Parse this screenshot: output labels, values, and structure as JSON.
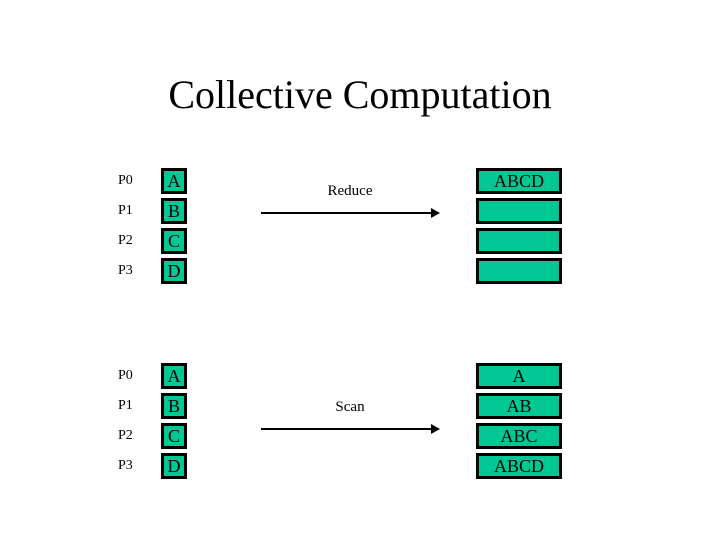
{
  "slide": {
    "title": "Collective Computation",
    "background_color": "#ffffff",
    "accent_color": "#00C793",
    "border_color": "#000000",
    "text_color": "#000000"
  },
  "diagrams": [
    {
      "id": "reduce",
      "operation_label": "Reduce",
      "arrow_icon": "right-arrow-icon",
      "process_labels": [
        "P0",
        "P1",
        "P2",
        "P3"
      ],
      "input_cells": [
        "A",
        "B",
        "C",
        "D"
      ],
      "output_cells": [
        "ABCD",
        "",
        "",
        ""
      ]
    },
    {
      "id": "scan",
      "operation_label": "Scan",
      "arrow_icon": "right-arrow-icon",
      "process_labels": [
        "P0",
        "P1",
        "P2",
        "P3"
      ],
      "input_cells": [
        "A",
        "B",
        "C",
        "D"
      ],
      "output_cells": [
        "A",
        "AB",
        "ABC",
        "ABCD"
      ]
    }
  ]
}
